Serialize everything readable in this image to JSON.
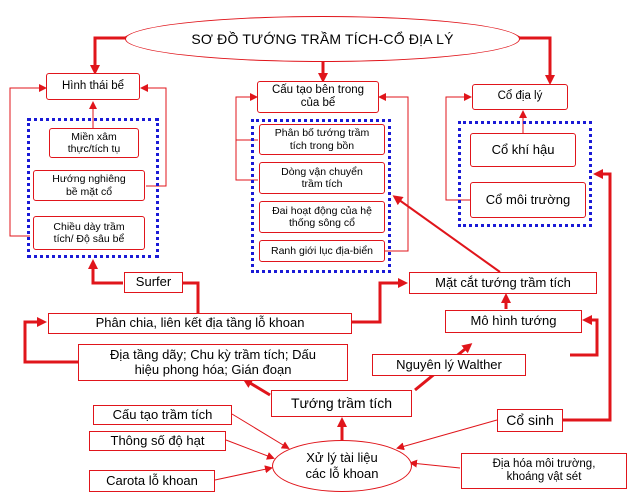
{
  "diagram": {
    "title": "SƠ ĐỒ TƯỚNG TRẦM TÍCH-CỔ ĐỊA LÝ",
    "left_group": {
      "header": "Hình thái bể",
      "items": [
        "Miền xâm\nthực/tích tụ",
        "Hướng nghiêng\nbề mặt cổ",
        "Chiều dày trầm\ntích/ Độ sâu bể"
      ]
    },
    "middle_group": {
      "header": "Cấu tạo bên trong\ncủa bể",
      "items": [
        "Phân bố tướng trầm\ntích trong bồn",
        "Dòng vận chuyển\ntrầm tích",
        "Đai hoạt động của hệ\nthống sông cổ",
        "Ranh giới lục địa-biển"
      ]
    },
    "right_group": {
      "header": "Cổ địa lý",
      "items": [
        "Cổ khí hậu",
        "Cổ môi trường"
      ]
    },
    "nodes": {
      "surfer": "Surfer",
      "mat_cat": "Mặt cắt tướng trầm tích",
      "mo_hinh": "Mô hình tướng",
      "phan_chia": "Phân chia, liên kết địa tầng lỗ khoan",
      "dia_tang": "Địa tầng dãy; Chu kỳ trầm tích; Dấu\nhiệu phong hóa; Gián đoạn",
      "walther": "Nguyên lý Walther",
      "tuong": "Tướng trầm tích",
      "co_sinh": "Cổ sinh",
      "cau_tao": "Cấu tạo trầm tích",
      "thong_so": "Thông số độ hạt",
      "carota": "Carota lỗ khoan",
      "dia_hoa": "Địa hóa môi trường,\nkhoáng vật sét",
      "xu_ly": "Xử lý tài liệu\ncác lỗ khoan"
    }
  }
}
